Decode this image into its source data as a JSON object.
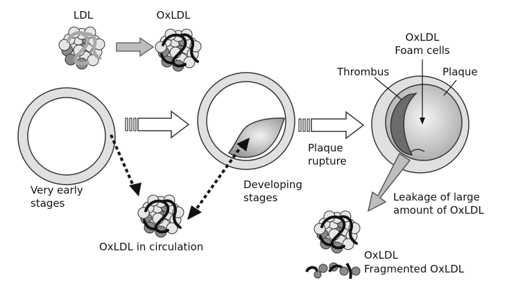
{
  "labels": {
    "ldl": "LDL",
    "oxldl_top": "OxLDL",
    "very_early_1": "Very early",
    "very_early_2": "stages",
    "developing_1": "Developing",
    "developing_2": "stages",
    "plaque_rupture_1": "Plaque",
    "plaque_rupture_2": "rupture",
    "oxldl_foam_1": "OxLDL",
    "oxldl_foam_2": "Foam cells",
    "thrombus": "Thrombus",
    "plaque": "Plaque",
    "leakage_1": "Leakage of large",
    "leakage_2": "amount of OxLDL",
    "oxldl_circulation": "OxLDL in circulation",
    "oxldl_bottom": "OxLDL",
    "fragmented_oxldl": "Fragmented OxLDL"
  },
  "colors": {
    "vessel_wall": "#e0e0e0",
    "outline": "#333333",
    "plaque_fill": "#bdbdbd",
    "thrombus_fill": "#6b6b6b",
    "particle_light": "#e6e6e6",
    "particle_dark": "#8a8a8a",
    "strand_native": "#a8a8a8",
    "strand_oxidized": "#111111"
  }
}
